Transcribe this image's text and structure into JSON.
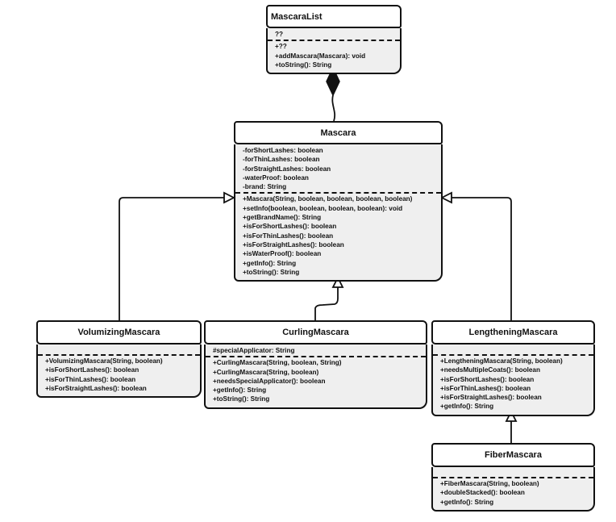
{
  "classes": [
    {
      "id": "mascara-list",
      "name": "MascaraList",
      "attributes": [
        "??"
      ],
      "methods": [
        "+??",
        "+addMascara(Mascara): void",
        "+toString(): String"
      ]
    },
    {
      "id": "mascara",
      "name": "Mascara",
      "attributes": [
        "-forShortLashes: boolean",
        "-forThinLashes: boolean",
        "-forStraightLashes: boolean",
        "-waterProof: boolean",
        "-brand: String"
      ],
      "methods": [
        "+Mascara(String, boolean, boolean, boolean, boolean)",
        "+setInfo(boolean, boolean, boolean, boolean): void",
        "+getBrandName(): String",
        "+isForShortLashes(): boolean",
        "+isForThinLashes(): boolean",
        "+isForStraightLashes(): boolean",
        "+isWaterProof(): boolean",
        "+getInfo(): String",
        "+toString(): String"
      ]
    },
    {
      "id": "volumizing-mascara",
      "name": "VolumizingMascara",
      "attributes": [],
      "methods": [
        "+VolumizingMascara(String, boolean)",
        "+isForShortLashes(): boolean",
        "+isForThinLashes(): boolean",
        "+isForStraightLashes(): boolean"
      ]
    },
    {
      "id": "curling-mascara",
      "name": "CurlingMascara",
      "attributes": [
        "#specialApplicator: String"
      ],
      "methods": [
        "+CurlingMascara(String, boolean, String)",
        "+CurlingMascara(String, boolean)",
        "+needsSpecialApplicator(): boolean",
        "+getInfo(): String",
        "+toString(): String"
      ]
    },
    {
      "id": "lengthening-mascara",
      "name": "LengtheningMascara",
      "attributes": [],
      "methods": [
        "+LengtheningMascara(String, boolean)",
        "+needsMultipleCoats(): boolean",
        "+isForShortLashes(): boolean",
        "+isForThinLashes(): boolean",
        "+isForStraightLashes(): boolean",
        "+getInfo(): String"
      ]
    },
    {
      "id": "fiber-mascara",
      "name": "FiberMascara",
      "attributes": [],
      "methods": [
        "+FiberMascara(String, boolean)",
        "+doubleStacked(): boolean",
        "+getInfo(): String"
      ]
    }
  ],
  "relationships": [
    {
      "type": "composition",
      "from": "mascara-list",
      "to": "mascara"
    },
    {
      "type": "generalization",
      "from": "volumizing-mascara",
      "to": "mascara"
    },
    {
      "type": "generalization",
      "from": "curling-mascara",
      "to": "mascara"
    },
    {
      "type": "generalization",
      "from": "lengthening-mascara",
      "to": "mascara"
    },
    {
      "type": "generalization",
      "from": "fiber-mascara",
      "to": "lengthening-mascara"
    }
  ]
}
